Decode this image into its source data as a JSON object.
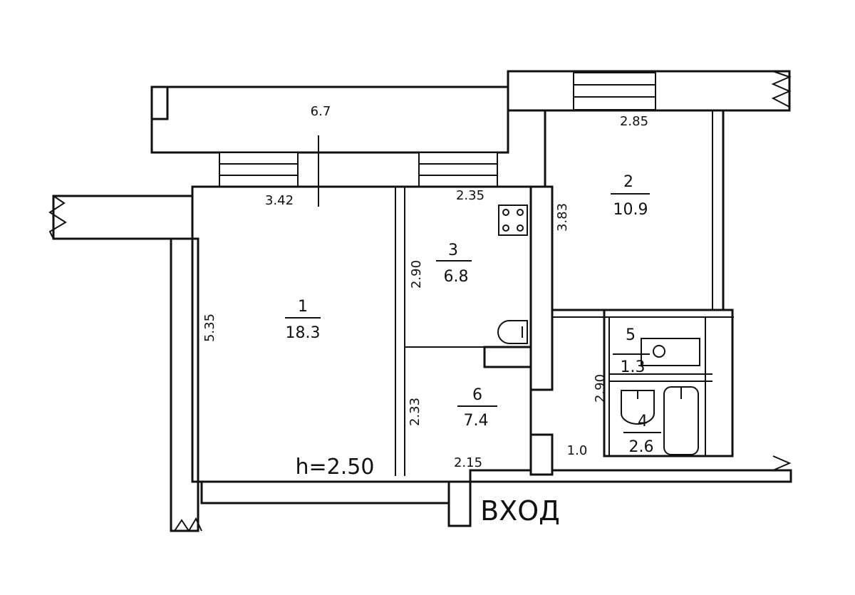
{
  "plan": {
    "ceiling_height": "h=2.50",
    "entrance": "ВХОД",
    "rooms": [
      {
        "num": "1",
        "area": "18.3"
      },
      {
        "num": "2",
        "area": "10.9"
      },
      {
        "num": "3",
        "area": "6.8"
      },
      {
        "num": "4",
        "area": "2.6"
      },
      {
        "num": "5",
        "area": "1.3"
      },
      {
        "num": "6",
        "area": "7.4"
      }
    ],
    "dimensions": {
      "balcony": "6.7",
      "room1_width": "3.42",
      "room1_length": "5.35",
      "room2_width": "2.85",
      "room2_length": "3.83",
      "room3_width": "2.35",
      "room3_length": "2.90",
      "hall_width": "2.15",
      "hall_length": "2.33",
      "corridor_width": "1.0",
      "bath_length": "2.90"
    }
  }
}
